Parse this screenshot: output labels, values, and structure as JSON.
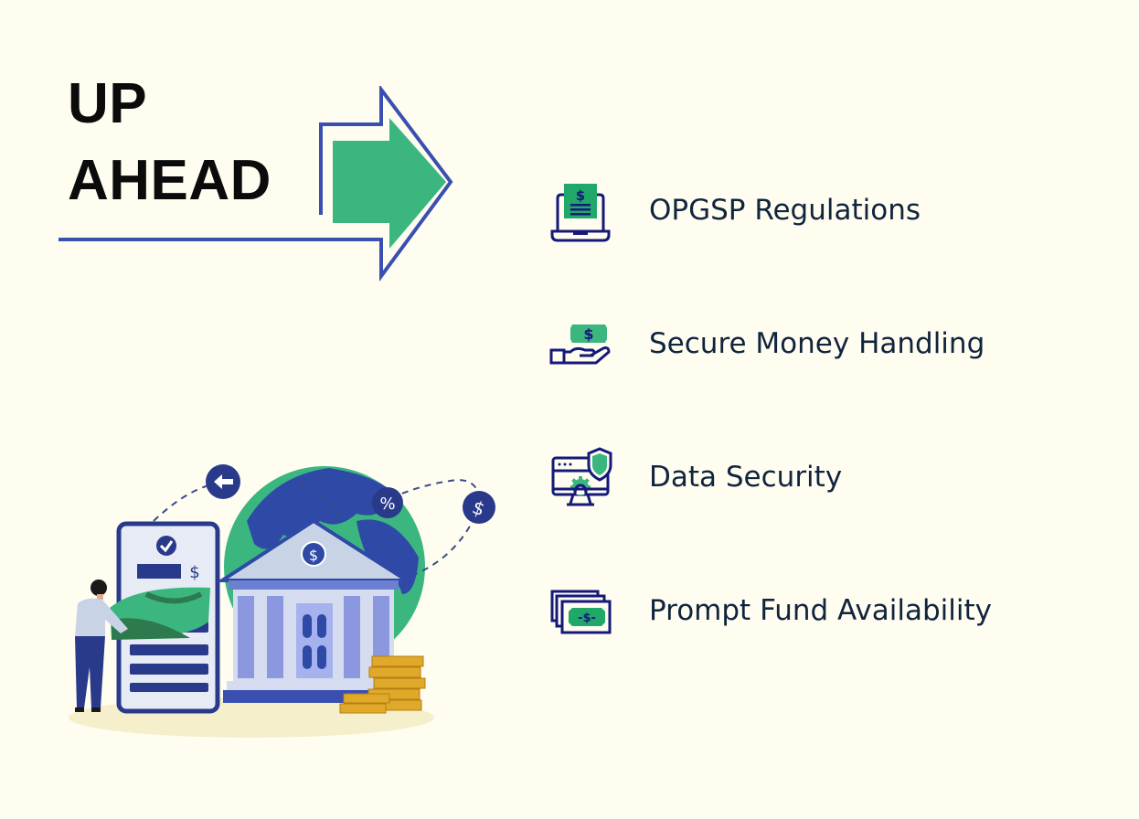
{
  "heading": {
    "line1": "UP",
    "line2": "AHEAD"
  },
  "colors": {
    "background": "#fffdf0",
    "accent_green": "#3bb67f",
    "outline_blue": "#3a4fb0",
    "icon_navy": "#14197a",
    "text_dark": "#10243e"
  },
  "items": [
    {
      "label": "OPGSP Regulations",
      "icon": "laptop-invoice-icon"
    },
    {
      "label": "Secure Money Handling",
      "icon": "hand-holding-money-icon"
    },
    {
      "label": "Data Security",
      "icon": "monitor-shield-gear-icon"
    },
    {
      "label": "Prompt Fund Availability",
      "icon": "stacked-banknotes-icon"
    }
  ],
  "illustration": {
    "description": "person inserting banknotes into phone, bank building in front of globe, coins, percent and dollar bubbles",
    "symbols": {
      "percent": "%",
      "dollar": "$"
    }
  }
}
